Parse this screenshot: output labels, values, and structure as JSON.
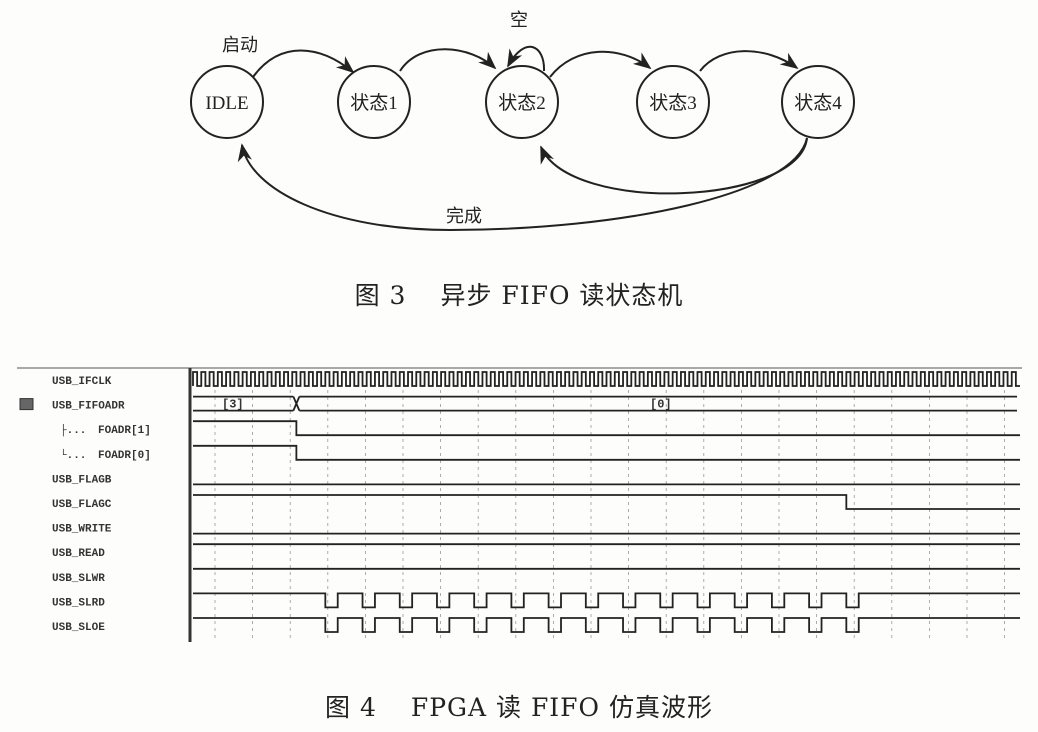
{
  "figure3": {
    "caption_prefix": "图 3",
    "caption_text": "异步 FIFO 读状态机",
    "states": [
      {
        "id": "idle",
        "label": "IDLE"
      },
      {
        "id": "s1",
        "label": "状态1"
      },
      {
        "id": "s2",
        "label": "状态2"
      },
      {
        "id": "s3",
        "label": "状态3"
      },
      {
        "id": "s4",
        "label": "状态4"
      }
    ],
    "transitions": [
      {
        "from": "idle",
        "to": "s1",
        "label": "启动"
      },
      {
        "from": "s1",
        "to": "s2",
        "label": ""
      },
      {
        "from": "s2",
        "to": "s2",
        "label": "空"
      },
      {
        "from": "s2",
        "to": "s3",
        "label": ""
      },
      {
        "from": "s3",
        "to": "s4",
        "label": ""
      },
      {
        "from": "s4",
        "to": "s2",
        "label": ""
      },
      {
        "from": "s4",
        "to": "idle",
        "label": "完成"
      }
    ]
  },
  "figure4": {
    "caption_prefix": "图 4",
    "caption_text": "FPGA 读 FIFO 仿真波形",
    "signals": [
      {
        "name": "USB_IFCLK",
        "type": "clock"
      },
      {
        "name": "USB_FIFOADR",
        "type": "bus",
        "icon": "bus-group-icon",
        "values": [
          {
            "label": "[3]",
            "from": 0,
            "to": 12.5
          },
          {
            "label": "[0]",
            "from": 12.5,
            "to": 100
          }
        ]
      },
      {
        "name": "FOADR[1]",
        "type": "bit",
        "child": true,
        "prefix": "├...",
        "edges": [
          [
            0,
            1
          ],
          [
            12.5,
            0
          ]
        ]
      },
      {
        "name": "FOADR[0]",
        "type": "bit",
        "child": true,
        "prefix": "└...",
        "edges": [
          [
            0,
            1
          ],
          [
            12.5,
            0
          ]
        ]
      },
      {
        "name": "USB_FLAGB",
        "type": "bit",
        "edges": [
          [
            0,
            0
          ]
        ]
      },
      {
        "name": "USB_FLAGC",
        "type": "bit",
        "edges": [
          [
            0,
            1
          ],
          [
            79,
            0
          ]
        ]
      },
      {
        "name": "USB_WRITE",
        "type": "bit",
        "edges": [
          [
            0,
            0
          ]
        ]
      },
      {
        "name": "USB_READ",
        "type": "bit",
        "edges": [
          [
            0,
            1
          ]
        ]
      },
      {
        "name": "USB_SLWR",
        "type": "bit",
        "edges": [
          [
            0,
            1
          ]
        ]
      },
      {
        "name": "USB_SLRD",
        "type": "pulses",
        "pulse_count": 15,
        "first_pulse": 16,
        "pulse_period": 4.5,
        "pulse_width": 1.5
      },
      {
        "name": "USB_SLOE",
        "type": "pulses",
        "pulse_count": 15,
        "first_pulse": 16,
        "pulse_period": 4.5,
        "pulse_width": 1.5
      }
    ],
    "clock_cycles": 100,
    "time_units": "percent of visible window"
  }
}
